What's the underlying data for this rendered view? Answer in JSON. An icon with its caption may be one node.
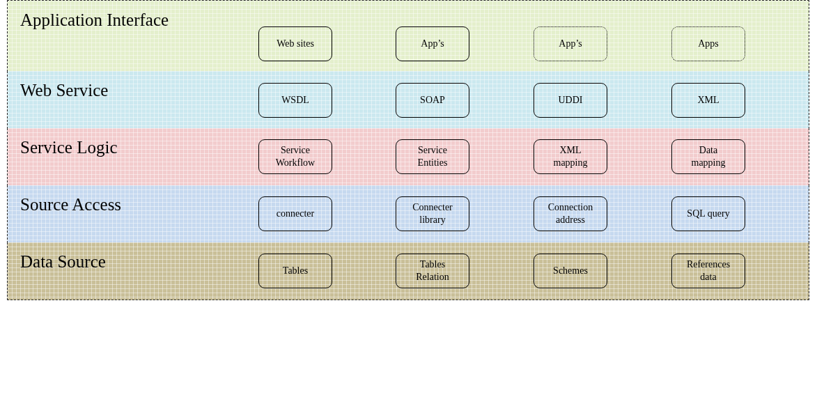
{
  "diagram": {
    "nodes": [
      {
        "text": [
          "Application Interface"
        ]
      },
      {
        "text": [
          "Web sites"
        ],
        "in": 0
      },
      {
        "text": [
          "App’s"
        ],
        "in": 0
      },
      {
        "text": [
          "App’s"
        ],
        "in": 0
      },
      {
        "text": [
          "Apps"
        ],
        "in": 0
      },
      {
        "text": [
          "Web Service"
        ]
      },
      {
        "text": [
          "WSDL"
        ],
        "in": 5
      },
      {
        "text": [
          "SOAP"
        ],
        "in": 5
      },
      {
        "text": [
          "UDDI"
        ],
        "in": 5
      },
      {
        "text": [
          "XML"
        ],
        "in": 5
      },
      {
        "text": [
          "Service Logic"
        ]
      },
      {
        "text": [
          "Service Workflow"
        ],
        "in": 10
      },
      {
        "text": [
          "Service Entities"
        ],
        "in": 10
      },
      {
        "text": [
          "XML mapping"
        ],
        "in": 10
      },
      {
        "text": [
          "Data mapping"
        ],
        "in": 10
      },
      {
        "text": [
          "Source Access"
        ]
      },
      {
        "text": [
          "connecter"
        ],
        "in": 15
      },
      {
        "text": [
          "Connecter library"
        ],
        "in": 15
      },
      {
        "text": [
          "Connection address"
        ],
        "in": 15
      },
      {
        "text": [
          "SQL query"
        ],
        "in": 15
      },
      {
        "text": [
          "Data Source"
        ]
      },
      {
        "text": [
          "Tables"
        ],
        "in": 20
      },
      {
        "text": [
          "Tables Relation"
        ],
        "in": 20
      },
      {
        "text": [
          "Schemes"
        ],
        "in": 20
      },
      {
        "text": [
          "References data"
        ],
        "in": 20
      }
    ]
  }
}
